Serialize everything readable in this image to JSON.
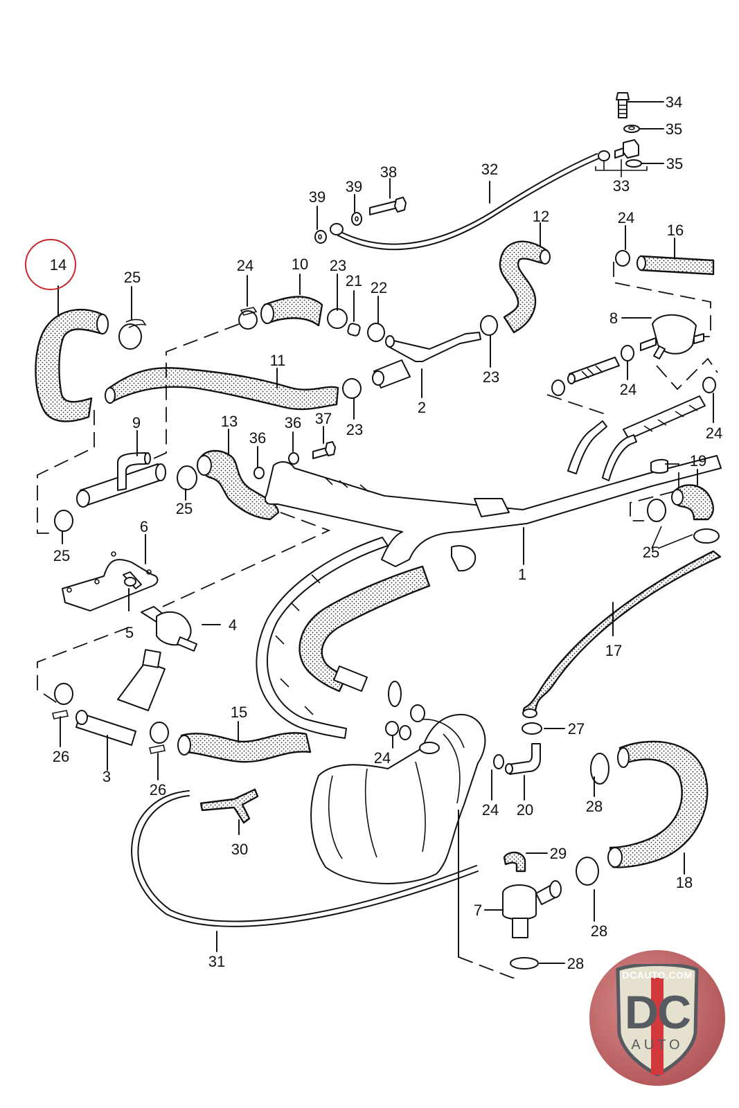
{
  "diagram": {
    "title": "Coolant / heater hose and pipe assembly – exploded parts diagram",
    "highlighted_part": "14",
    "highlight_color": "#c8252c",
    "labels": [
      {
        "id": "34",
        "part": "bolt"
      },
      {
        "id": "35",
        "part": "washer-upper"
      },
      {
        "id": "35",
        "part": "washer-lower"
      },
      {
        "id": "33",
        "part": "union-fitting-set"
      },
      {
        "id": "32",
        "part": "metal-line"
      },
      {
        "id": "38",
        "part": "banjo-bolt"
      },
      {
        "id": "39",
        "part": "sealing-ring-left"
      },
      {
        "id": "39",
        "part": "sealing-ring-right"
      },
      {
        "id": "12",
        "part": "shaped-hose"
      },
      {
        "id": "24",
        "part": "hose-clamp-top-right"
      },
      {
        "id": "16",
        "part": "hose-straight"
      },
      {
        "id": "14",
        "part": "shaped-hose-highlighted"
      },
      {
        "id": "25",
        "part": "hose-clamp-top-left"
      },
      {
        "id": "24",
        "part": "hose-clamp-top-center"
      },
      {
        "id": "10",
        "part": "shaped-hose-short"
      },
      {
        "id": "23",
        "part": "hose-clamp-top"
      },
      {
        "id": "21",
        "part": "connector-sleeve"
      },
      {
        "id": "22",
        "part": "hose-clamp-small"
      },
      {
        "id": "8",
        "part": "valve-distributor"
      },
      {
        "id": "23",
        "part": "hose-clamp-right"
      },
      {
        "id": "11",
        "part": "hose-long"
      },
      {
        "id": "2",
        "part": "pipe-tee"
      },
      {
        "id": "24",
        "part": "hose-clamp-mid"
      },
      {
        "id": "23",
        "part": "hose-clamp-lower"
      },
      {
        "id": "24",
        "part": "hose-clamp-far-right"
      },
      {
        "id": "9",
        "part": "pipe-branch"
      },
      {
        "id": "13",
        "part": "shaped-hose-mid"
      },
      {
        "id": "36",
        "part": "sealing-ring-a"
      },
      {
        "id": "36",
        "part": "sealing-ring-b"
      },
      {
        "id": "37",
        "part": "banjo-bolt-mid"
      },
      {
        "id": "25",
        "part": "hose-clamp-mid-left"
      },
      {
        "id": "19",
        "part": "elbow-hose"
      },
      {
        "id": "25",
        "part": "hose-clamp-left-lower"
      },
      {
        "id": "6",
        "part": "bracket"
      },
      {
        "id": "1",
        "part": "pipe-assembly"
      },
      {
        "id": "25",
        "part": "hose-clamp-pair-right"
      },
      {
        "id": "4",
        "part": "holder-clip"
      },
      {
        "id": "5",
        "part": "sensor"
      },
      {
        "id": "17",
        "part": "hose-long-right"
      },
      {
        "id": "26",
        "part": "hose-clamp-left-26"
      },
      {
        "id": "3",
        "part": "auxiliary-pump"
      },
      {
        "id": "15",
        "part": "shaped-hose-lower"
      },
      {
        "id": "27",
        "part": "hose-clamp-27"
      },
      {
        "id": "24",
        "part": "hose-clamp-lower-center-left"
      },
      {
        "id": "24",
        "part": "hose-clamp-lower-center-right"
      },
      {
        "id": "20",
        "part": "elbow-pipe"
      },
      {
        "id": "26",
        "part": "hose-clamp-center-26"
      },
      {
        "id": "28",
        "part": "hose-clamp-28-upper"
      },
      {
        "id": "30",
        "part": "y-connector"
      },
      {
        "id": "29",
        "part": "small-elbow-hose"
      },
      {
        "id": "18",
        "part": "u-shaped-hose"
      },
      {
        "id": "7",
        "part": "thermostat-valve"
      },
      {
        "id": "28",
        "part": "hose-clamp-28-middle"
      },
      {
        "id": "31",
        "part": "vent-line"
      },
      {
        "id": "28",
        "part": "hose-clamp-28-lower"
      }
    ]
  },
  "logo": {
    "url_text": "DCAUTO.COM",
    "mark_text": "DC",
    "sub_text": "AUTO",
    "ring_color": "#b55a5c",
    "shield_color": "#e6e1cf",
    "stripe_color": "#d2383c",
    "text_color": "#555b60"
  }
}
